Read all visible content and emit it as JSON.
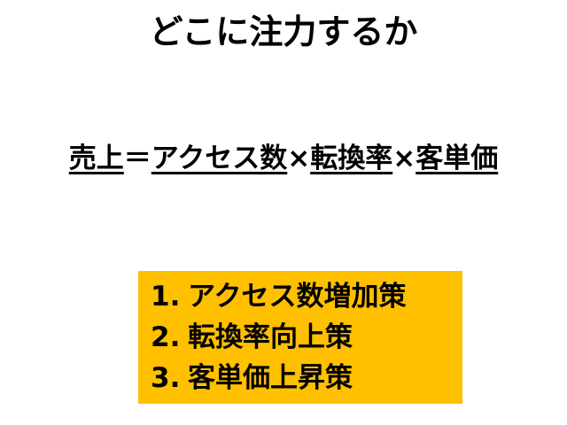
{
  "title": "どこに注力するか",
  "formula": {
    "result": "売上",
    "equals": "＝",
    "terms": [
      "アクセス数",
      "転換率",
      "客単価"
    ],
    "multiply": "×"
  },
  "strategies": [
    {
      "number": "1.",
      "text": "アクセス数増加策"
    },
    {
      "number": "2.",
      "text": "転換率向上策"
    },
    {
      "number": "3.",
      "text": "客単価上昇策"
    }
  ],
  "colors": {
    "box_background": "#ffc000",
    "text": "#000000",
    "background": "#ffffff"
  }
}
